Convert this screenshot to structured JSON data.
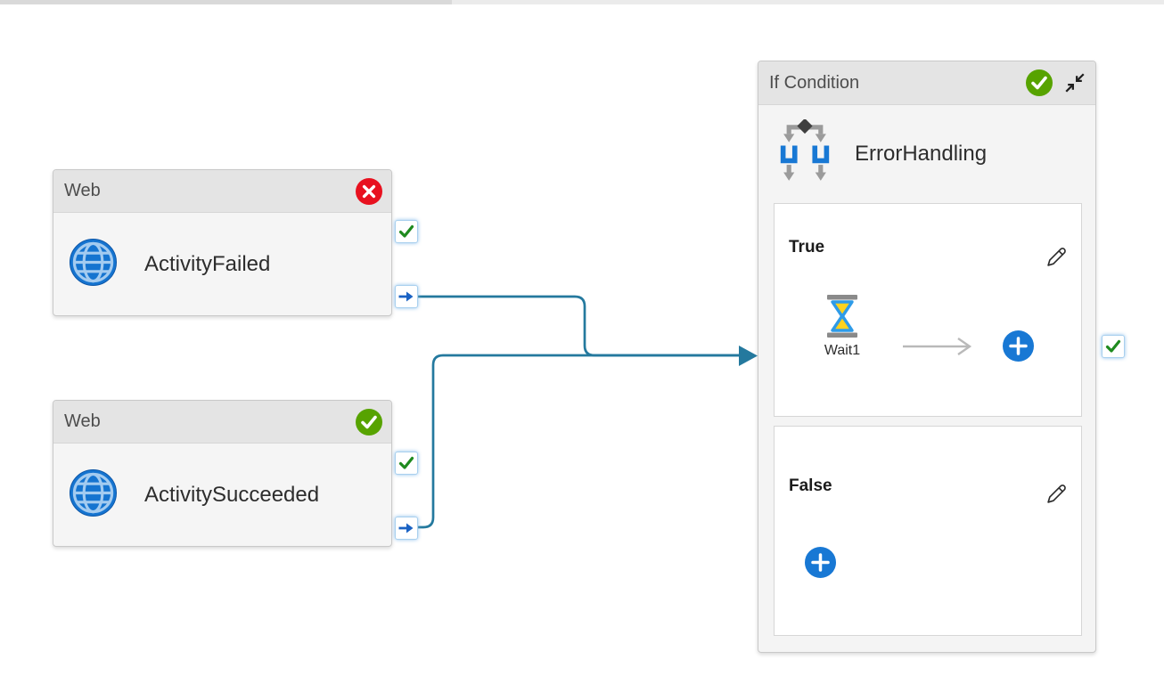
{
  "colors": {
    "connector": "#24799e",
    "success_green": "#57a300",
    "error_red": "#e8111f",
    "accent_blue": "#1878d4",
    "badge_check_green": "#1e8a1e",
    "badge_arrow_blue": "#1a62c4",
    "globe_blue": "#1574d0",
    "if_icon_blue": "#1878d4"
  },
  "activities": {
    "web_failed": {
      "type_label": "Web",
      "name": "ActivityFailed",
      "status": "failed",
      "status_icon": "error-x-circle"
    },
    "web_succeeded": {
      "type_label": "Web",
      "name": "ActivitySucceeded",
      "status": "succeeded",
      "status_icon": "success-check-circle"
    },
    "if_condition": {
      "type_label": "If Condition",
      "name": "ErrorHandling",
      "status": "succeeded",
      "status_icon": "success-check-circle",
      "true_branch": {
        "label": "True",
        "activities": [
          {
            "name": "Wait1",
            "type_icon": "hourglass-icon"
          }
        ]
      },
      "false_branch": {
        "label": "False",
        "activities": []
      }
    }
  }
}
